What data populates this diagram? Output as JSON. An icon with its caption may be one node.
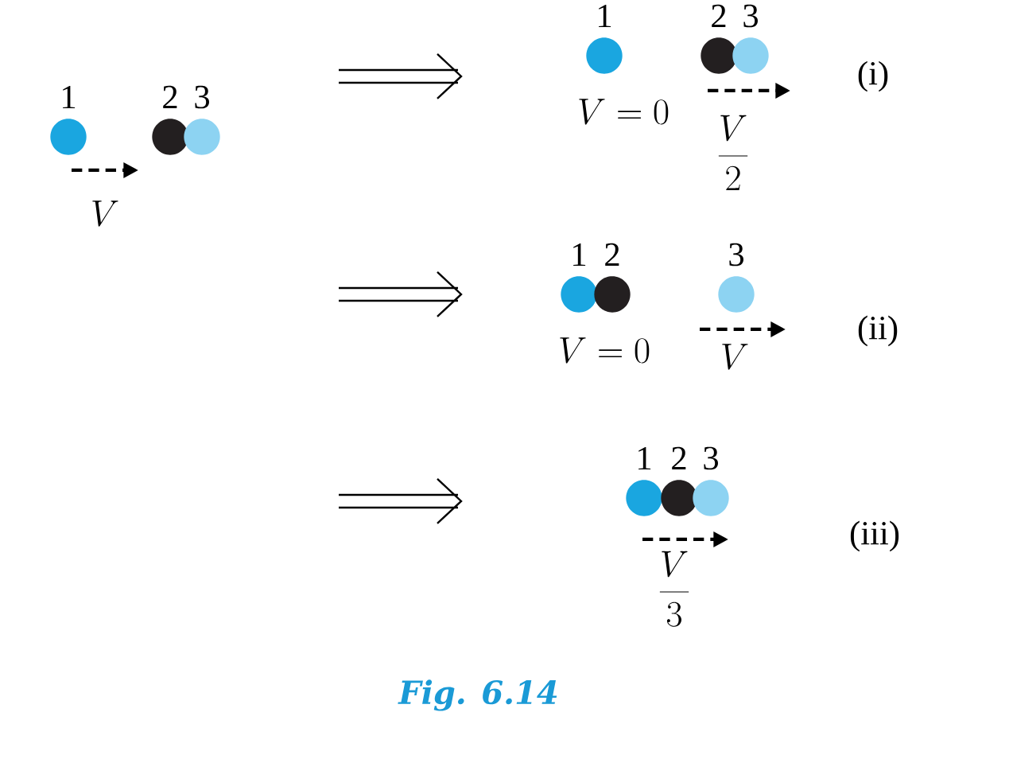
{
  "diagram": {
    "caption": "Fig. 6.14",
    "nodes": [
      {
        "text": [],
        "shape": "circle",
        "beside": [
          "1"
        ]
      },
      {
        "text": [],
        "shape": "circle",
        "beside": [
          "2"
        ]
      },
      {
        "text": [],
        "shape": "circle",
        "beside": [
          "3"
        ]
      },
      {
        "text": [],
        "shape": "circle",
        "beside": [
          "1"
        ]
      },
      {
        "text": [],
        "shape": "circle",
        "beside": [
          "2"
        ]
      },
      {
        "text": [],
        "shape": "circle",
        "beside": [
          "3"
        ]
      },
      {
        "text": [],
        "shape": "circle",
        "beside": [
          "1"
        ]
      },
      {
        "text": [],
        "shape": "circle",
        "beside": [
          "2"
        ]
      },
      {
        "text": [],
        "shape": "circle",
        "beside": [
          "3"
        ]
      },
      {
        "text": [],
        "shape": "circle",
        "beside": [
          "1"
        ]
      },
      {
        "text": [],
        "shape": "circle",
        "beside": [
          "2"
        ]
      },
      {
        "text": [],
        "shape": "circle",
        "beside": [
          "3"
        ]
      }
    ],
    "labels": [
      "V",
      "V= 0",
      "\\frac{V}{2}",
      "(i)",
      "V= 0",
      "V",
      "(ii)",
      "\\frac{V}{3}",
      "(iii)"
    ]
  }
}
